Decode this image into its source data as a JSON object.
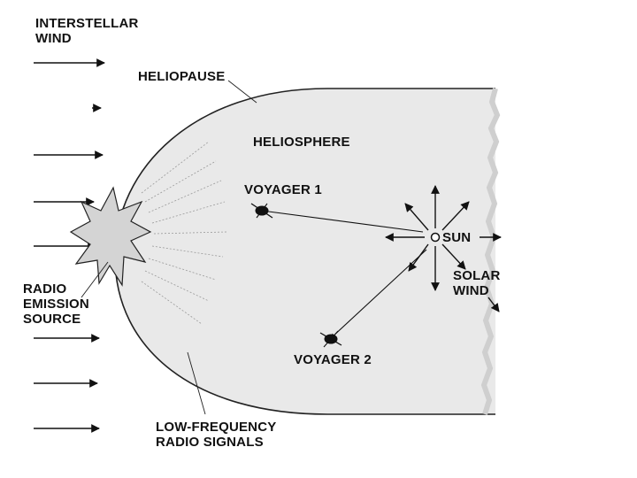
{
  "labels": {
    "interstellar_wind": [
      "INTERSTELLAR",
      "WIND"
    ],
    "heliopause": "HELIOPAUSE",
    "heliosphere": "HELIOSPHERE",
    "voyager1": "VOYAGER 1",
    "voyager2": "VOYAGER 2",
    "sun": "SUN",
    "solar_wind": [
      "SOLAR",
      "WIND"
    ],
    "radio_emission_source": [
      "RADIO",
      "EMISSION",
      "SOURCE"
    ],
    "low_frequency_radio_signals": [
      "LOW-FREQUENCY",
      "RADIO SIGNALS"
    ]
  },
  "colors": {
    "ink": "#111111",
    "heliosphere_fill": "#e9e9e9",
    "burst_fill": "#d4d4d4",
    "page_background": "#ffffff"
  },
  "icons": {
    "spacecraft": "voyager-spacecraft-icon",
    "sun": "sun-circle-icon",
    "burst": "radio-burst-icon"
  }
}
